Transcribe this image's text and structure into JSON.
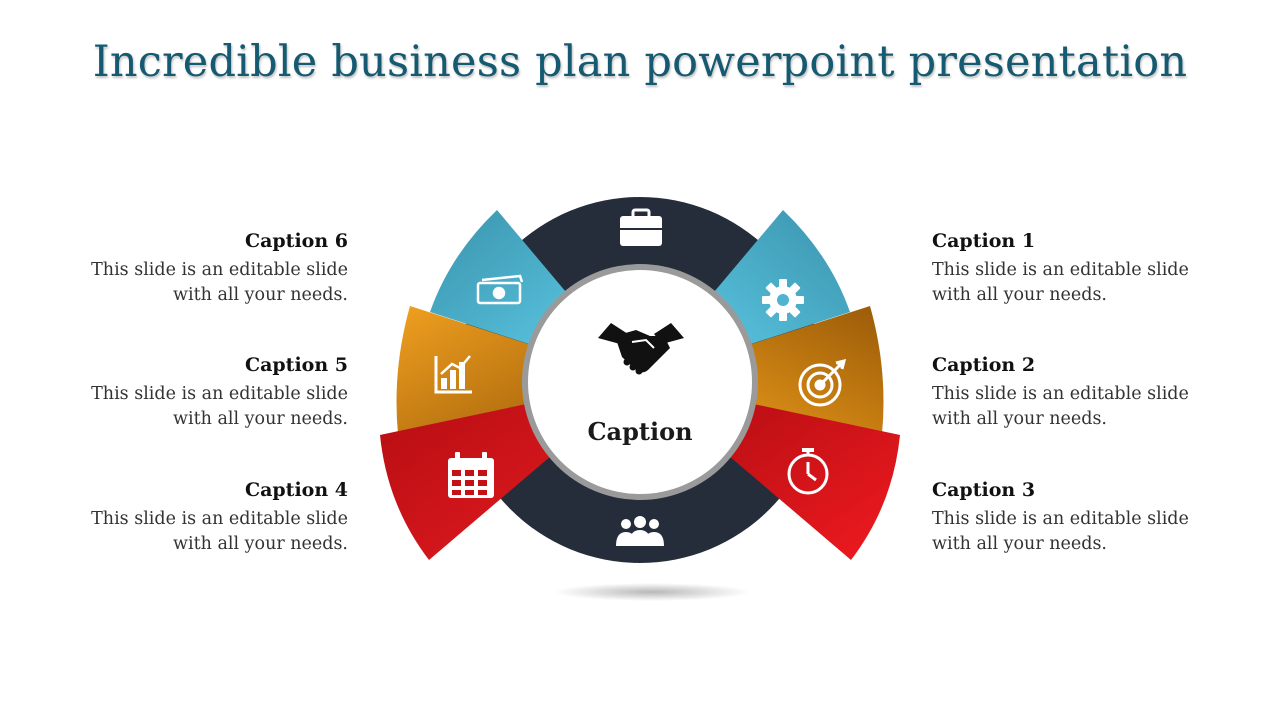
{
  "title": "Incredible business plan powerpoint presentation",
  "center": {
    "label": "Caption",
    "icon": "handshake-icon"
  },
  "ring": {
    "top_icon": "briefcase-icon",
    "bottom_icon": "team-icon",
    "color": "#252d3a"
  },
  "colors": {
    "blue": "#4fbfdf",
    "orange": "#e8900f",
    "red": "#d7141c",
    "title": "#165a72"
  },
  "captions_left": [
    {
      "title": "Caption 6",
      "text": [
        "This slide is an editable slide",
        "with all your needs."
      ],
      "icon": "money-icon"
    },
    {
      "title": "Caption 5",
      "text": [
        "This slide is an editable slide",
        "with all your needs."
      ],
      "icon": "bar-chart-icon"
    },
    {
      "title": "Caption 4",
      "text": [
        "This slide is an editable slide",
        "with all your needs."
      ],
      "icon": "calendar-icon"
    }
  ],
  "captions_right": [
    {
      "title": "Caption 1",
      "text": [
        "This slide is an editable slide",
        "with all your needs."
      ],
      "icon": "gear-icon"
    },
    {
      "title": "Caption 2",
      "text": [
        "This slide is an editable slide",
        "with all your needs."
      ],
      "icon": "target-icon"
    },
    {
      "title": "Caption 3",
      "text": [
        "This slide is an editable slide",
        "with all your needs."
      ],
      "icon": "stopwatch-icon"
    }
  ]
}
